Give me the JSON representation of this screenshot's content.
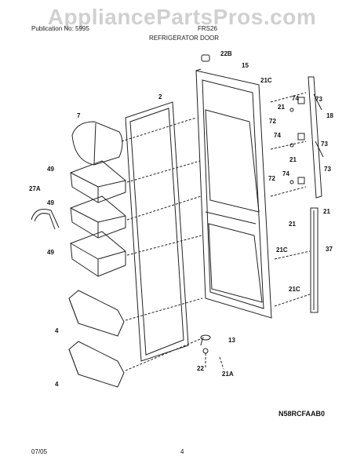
{
  "watermark": "AppliancePartsPros.com",
  "header": {
    "left": "Publication No: 5995",
    "right": "FRS26",
    "title": "REFRIGERATOR DOOR"
  },
  "diagram_code": "N58RCFAAB0",
  "footer": {
    "date": "07/05",
    "page": "4"
  },
  "callouts": [
    "22B",
    "15",
    "21C",
    "2",
    "74",
    "73",
    "21",
    "18",
    "7",
    "72",
    "74",
    "73",
    "21",
    "49",
    "74",
    "73",
    "72",
    "27A",
    "49",
    "21",
    "21",
    "37",
    "49",
    "21C",
    "21C",
    "4",
    "13",
    "22",
    "4",
    "21A"
  ],
  "colors": {
    "line": "#222222",
    "watermark": "#aaaaaa"
  }
}
